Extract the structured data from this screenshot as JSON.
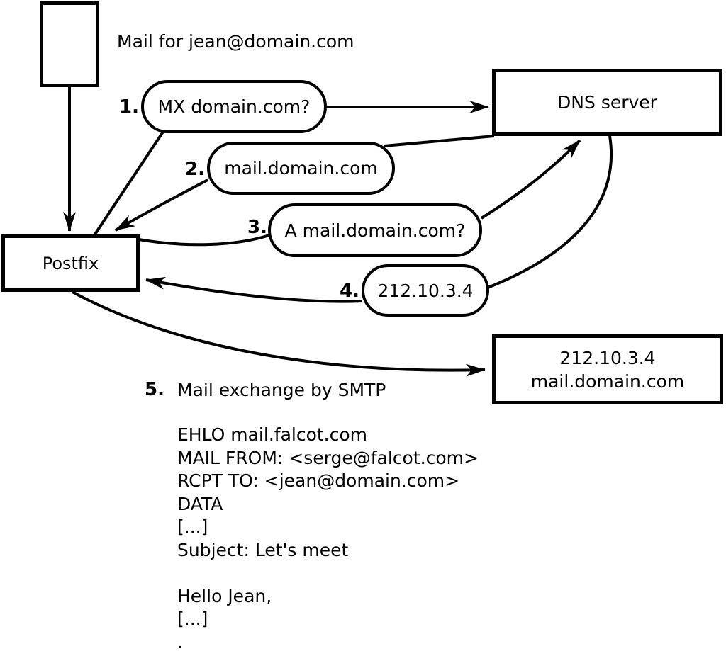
{
  "diagram": {
    "title_note": "Mail for jean@domain.com",
    "nodes": {
      "mail_client": {
        "label": ""
      },
      "postfix": {
        "label": "Postfix"
      },
      "dns_server": {
        "label": "DNS server"
      },
      "mail_server": {
        "line1": "212.10.3.4",
        "line2": "mail.domain.com"
      }
    },
    "steps": [
      {
        "number": "1.",
        "label": "MX domain.com?"
      },
      {
        "number": "2.",
        "label": "mail.domain.com"
      },
      {
        "number": "3.",
        "label": "A mail.domain.com?"
      },
      {
        "number": "4.",
        "label": "212.10.3.4"
      },
      {
        "number": "5.",
        "label": "Mail exchange by SMTP"
      }
    ],
    "smtp_transcript": "EHLO mail.falcot.com\nMAIL FROM: <serge@falcot.com>\nRCPT TO: <jean@domain.com>\nDATA\n[...]\nSubject: Let's meet\n\nHello Jean,\n[...]\n."
  },
  "colors": {
    "line": "#000000",
    "background": "#ffffff"
  }
}
